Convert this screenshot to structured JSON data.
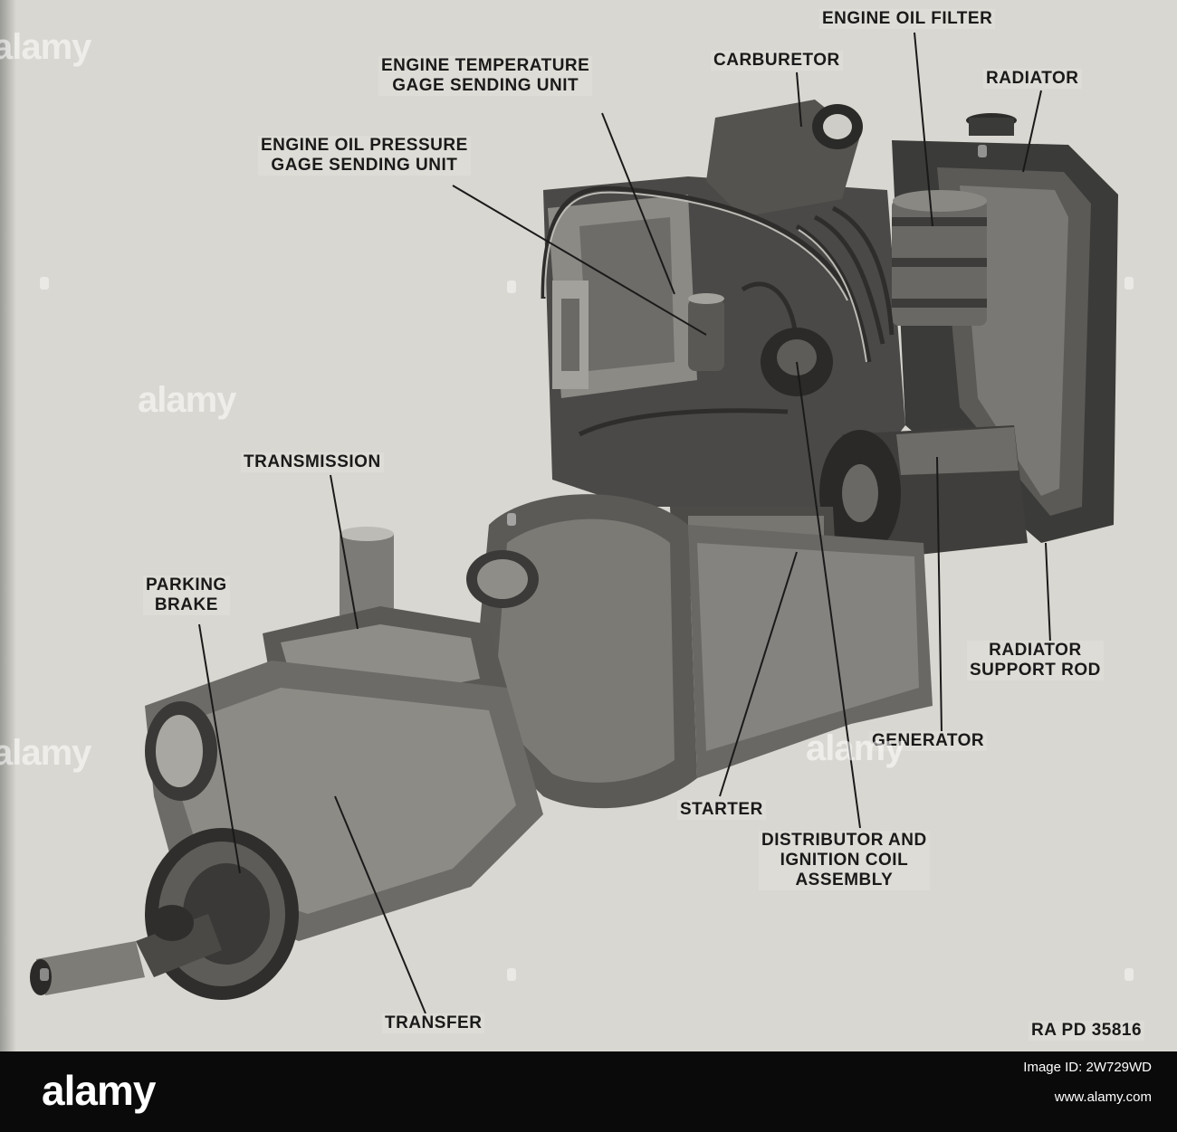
{
  "labels": {
    "engine_oil_filter": "ENGINE OIL FILTER",
    "carburetor": "CARBURETOR",
    "radiator": "RADIATOR",
    "temp_gage_line1": "ENGINE TEMPERATURE",
    "temp_gage_line2": "GAGE SENDING UNIT",
    "oil_pressure_line1": "ENGINE OIL PRESSURE",
    "oil_pressure_line2": "GAGE SENDING UNIT",
    "transmission": "TRANSMISSION",
    "parking_brake_line1": "PARKING",
    "parking_brake_line2": "BRAKE",
    "radiator_rod_line1": "RADIATOR",
    "radiator_rod_line2": "SUPPORT ROD",
    "generator": "GENERATOR",
    "starter": "STARTER",
    "distributor_line1": "DISTRIBUTOR AND",
    "distributor_line2": "IGNITION COIL",
    "distributor_line3": "ASSEMBLY",
    "transfer": "TRANSFER",
    "plate_ref": "RA PD 35816"
  },
  "watermark": {
    "text": "alamy"
  },
  "footer": {
    "logo": "alamy",
    "image_id_line1": "Image ID: 2W729WD",
    "url": "www.alamy.com"
  }
}
